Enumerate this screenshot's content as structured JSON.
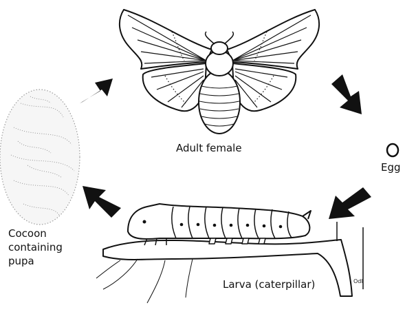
{
  "diagram": {
    "labels": {
      "adult": "Adult female",
      "egg": "Egg",
      "cocoon_line1": "Cocoon",
      "cocoon_line2": "containing",
      "cocoon_line3": "pupa",
      "larva": "Larva (caterpillar)",
      "signature": "Odl"
    },
    "stage_icons": [
      "moth-icon",
      "egg-icon",
      "caterpillar-icon",
      "cocoon-icon"
    ],
    "arrow_icons": [
      "arrow-up-right-icon",
      "arrow-down-right-icon",
      "arrow-down-left-icon",
      "arrow-up-left-icon"
    ],
    "ink_color": "#111111"
  }
}
